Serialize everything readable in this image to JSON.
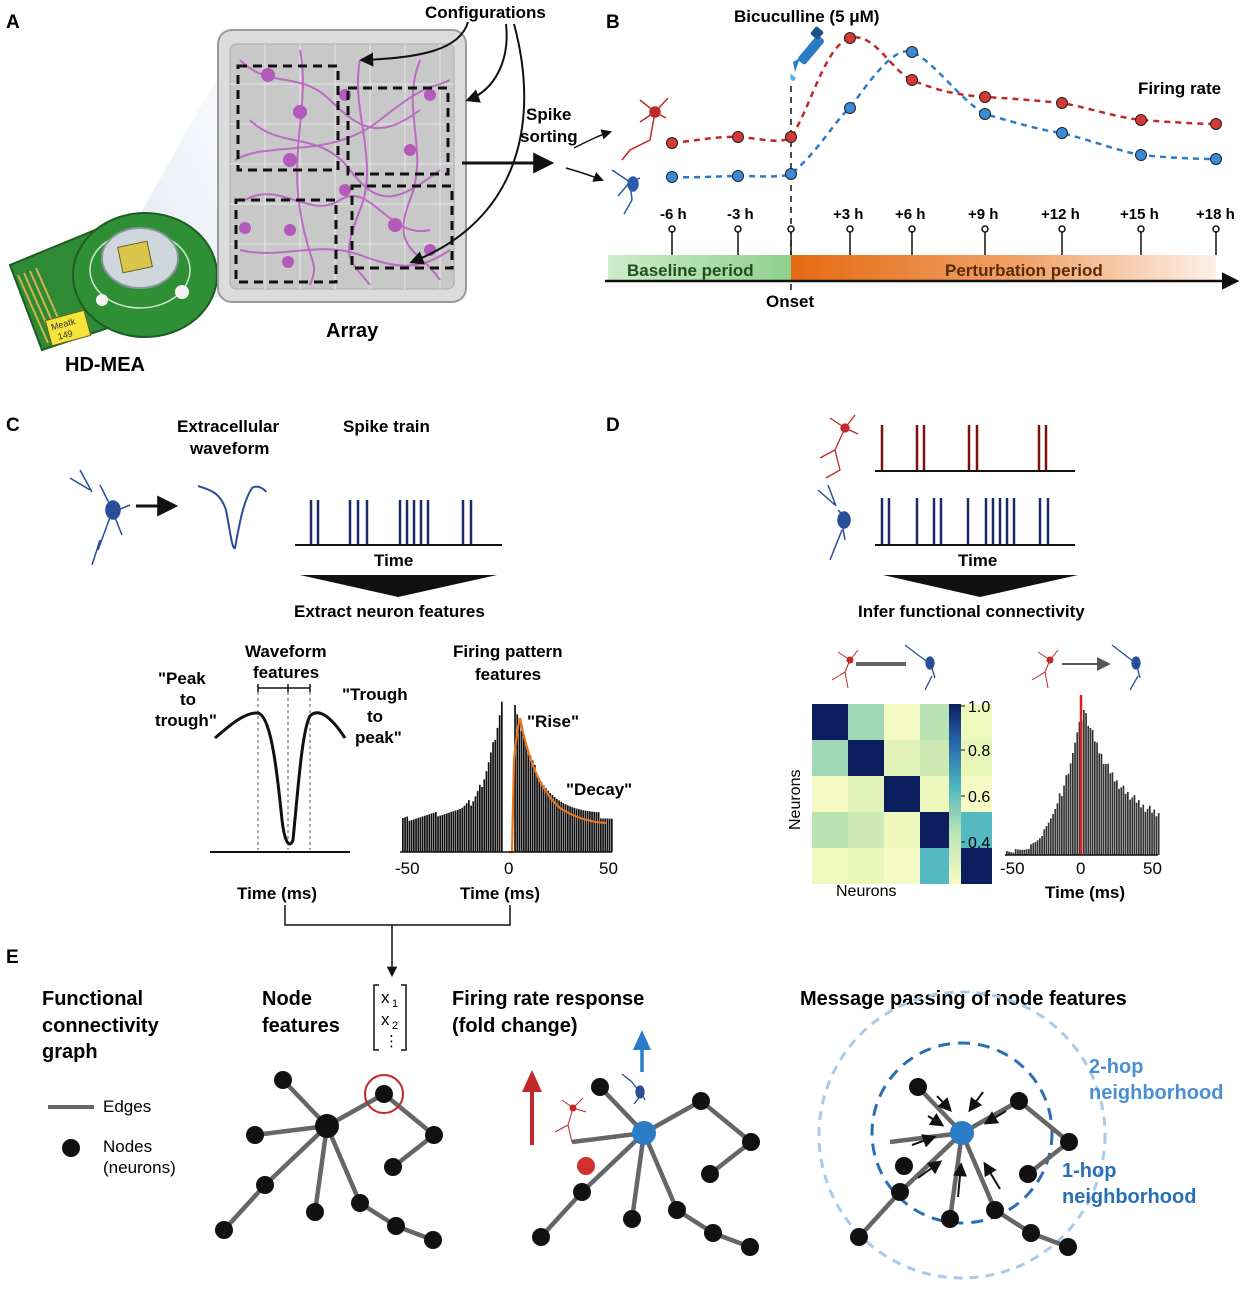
{
  "panels": {
    "a": "A",
    "b": "B",
    "c": "C",
    "d": "D",
    "e": "E"
  },
  "panel_a": {
    "device_label": "HD-MEA",
    "chip_sticker_line1": "Meatk",
    "chip_sticker_line2": "149",
    "array_label": "Array",
    "configurations_label": "Configurations",
    "spike_sorting_line1": "Spike",
    "spike_sorting_line2": "sorting"
  },
  "panel_b": {
    "drug_label": "Bicuculline (5 μM)",
    "firing_rate_label": "Firing rate",
    "timepoints": [
      "-6 h",
      "-3 h",
      "+3 h",
      "+6 h",
      "+9 h",
      "+12 h",
      "+15 h",
      "+18 h"
    ],
    "baseline_label": "Baseline period",
    "perturbation_label": "Perturbation period",
    "onset_label": "Onset",
    "colors": {
      "red": "#c0282a",
      "blue": "#2a7cc7",
      "green": "#9ed49b",
      "orange": "#e8761f"
    }
  },
  "panel_c": {
    "waveform_title_line1": "Extracellular",
    "waveform_title_line2": "waveform",
    "spike_train_title": "Spike train",
    "time_label": "Time",
    "extract_label": "Extract neuron features",
    "waveform_features_line1": "Waveform",
    "waveform_features_line2": "features",
    "peak_to_trough_line1": "\"Peak",
    "peak_to_trough_line2": "to",
    "peak_to_trough_line3": "trough\"",
    "trough_to_peak_line1": "\"Trough",
    "trough_to_peak_line2": "to",
    "trough_to_peak_line3": "peak\"",
    "firing_pattern_line1": "Firing pattern",
    "firing_pattern_line2": "features",
    "rise_label": "\"Rise\"",
    "decay_label": "\"Decay\"",
    "xticks": [
      "-50",
      "0",
      "50"
    ],
    "time_ms_label_left": "Time (ms)",
    "time_ms_label_right": "Time (ms)"
  },
  "panel_d": {
    "time_label": "Time",
    "infer_label": "Infer functional connectivity",
    "heatmap_ylabel": "Neurons",
    "heatmap_xlabel": "Neurons",
    "colorbar_ticks": [
      "1.0",
      "0.8",
      "0.6",
      "0.4"
    ],
    "xticks": [
      "-50",
      "0",
      "50"
    ],
    "time_ms_label": "Time (ms)"
  },
  "panel_e": {
    "graph_title_line1": "Functional",
    "graph_title_line2": "connectivity",
    "graph_title_line3": "graph",
    "legend_edges": "Edges",
    "legend_nodes_line1": "Nodes",
    "legend_nodes_line2": "(neurons)",
    "node_features_line1": "Node",
    "node_features_line2": "features",
    "vector_x1": "x",
    "vector_x1_sub": "1",
    "vector_x2": "x",
    "vector_x2_sub": "2",
    "vector_dots": "⋮",
    "firing_response_line1": "Firing rate response",
    "firing_response_line2": "(fold change)",
    "message_passing_title": "Message passing of node features",
    "two_hop_line1": "2-hop",
    "two_hop_line2": "neighborhood",
    "one_hop_line1": "1-hop",
    "one_hop_line2": "neighborhood"
  }
}
